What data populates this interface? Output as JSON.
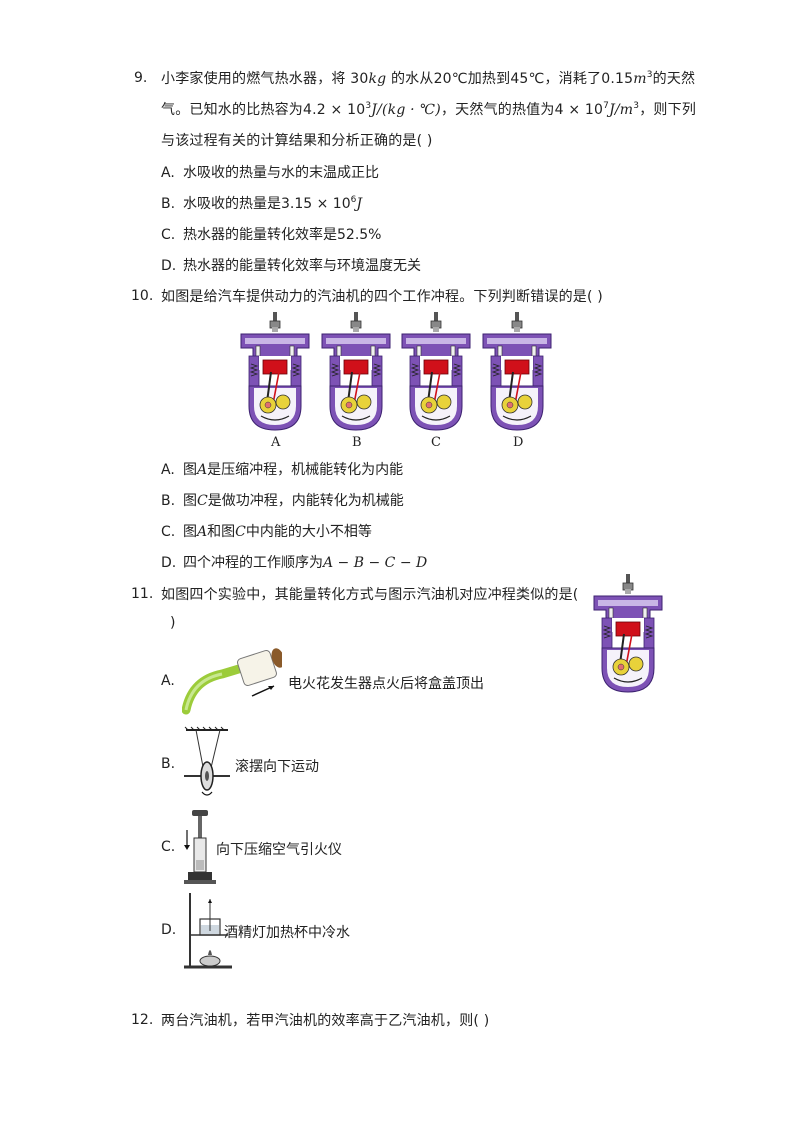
{
  "q9": {
    "number": "9.",
    "line1_a": "小李家使用的燃气热水器，将 30",
    "line1_unit1": "kg",
    "line1_b": " 的水从20℃加热到45℃，消耗了0.15",
    "line1_unit2": "m",
    "line1_exp": "3",
    "line1_c": "的天然",
    "line2_a": "气。已知水的比热容为4.2 × 10",
    "line2_exp1": "3",
    "line2_unit": "J/(kg · ℃)",
    "line2_b": "，天然气的热值为4 × 10",
    "line2_exp2": "7",
    "line2_unit2": "J/m",
    "line2_exp3": "3",
    "line2_c": "，则下列",
    "line3": "与该过程有关的计算结果和分析正确的是(    )",
    "options": [
      {
        "label": "A.",
        "text": "水吸收的热量与水的末温成正比"
      },
      {
        "label": "B.",
        "text": "水吸收的热量是3.15 × 10",
        "exp": "6",
        "unit": "J"
      },
      {
        "label": "C.",
        "text": "热水器的能量转化效率是52.5%"
      },
      {
        "label": "D.",
        "text": "热水器的能量转化效率与环境温度无关"
      }
    ]
  },
  "q10": {
    "number": "10.",
    "stem": "如图是给汽车提供动力的汽油机的四个工作冲程。下列判断错误的是(    )",
    "engine_labels": [
      "A",
      "B",
      "C",
      "D"
    ],
    "options": [
      {
        "label": "A.",
        "pre": "图",
        "var": "A",
        "post": "是压缩冲程，机械能转化为内能"
      },
      {
        "label": "B.",
        "pre": "图",
        "var": "C",
        "post": "是做功冲程，内能转化为机械能"
      },
      {
        "label": "C.",
        "pre": "图",
        "var": "A",
        "mid": "和图",
        "var2": "C",
        "post": "中内能的大小不相等"
      },
      {
        "label": "D.",
        "pre": "四个冲程的工作顺序为",
        "var": "A − B − C − D",
        "post": ""
      }
    ]
  },
  "q11": {
    "number": "11.",
    "stem_line1": "如图四个实验中，其能量转化方式与图示汽油机对应冲程类似的是(",
    "stem_line2": ")",
    "options": [
      {
        "label": "A.",
        "caption": "电火花发生器点火后将盒盖顶出"
      },
      {
        "label": "B.",
        "caption": "滚摆向下运动"
      },
      {
        "label": "C.",
        "caption": "向下压缩空气引火仪"
      },
      {
        "label": "D.",
        "caption": "酒精灯加热杯中冷水"
      }
    ]
  },
  "q12": {
    "number": "12.",
    "stem": "两台汽油机，若甲汽油机的效率高于乙汽油机，则(    )"
  },
  "colors": {
    "engine_purple": "#6a3fa0",
    "engine_light": "#dcd0ee",
    "engine_red": "#d0101a",
    "gear_yellow": "#e8d23a",
    "tube_green": "#9ccc3a"
  }
}
